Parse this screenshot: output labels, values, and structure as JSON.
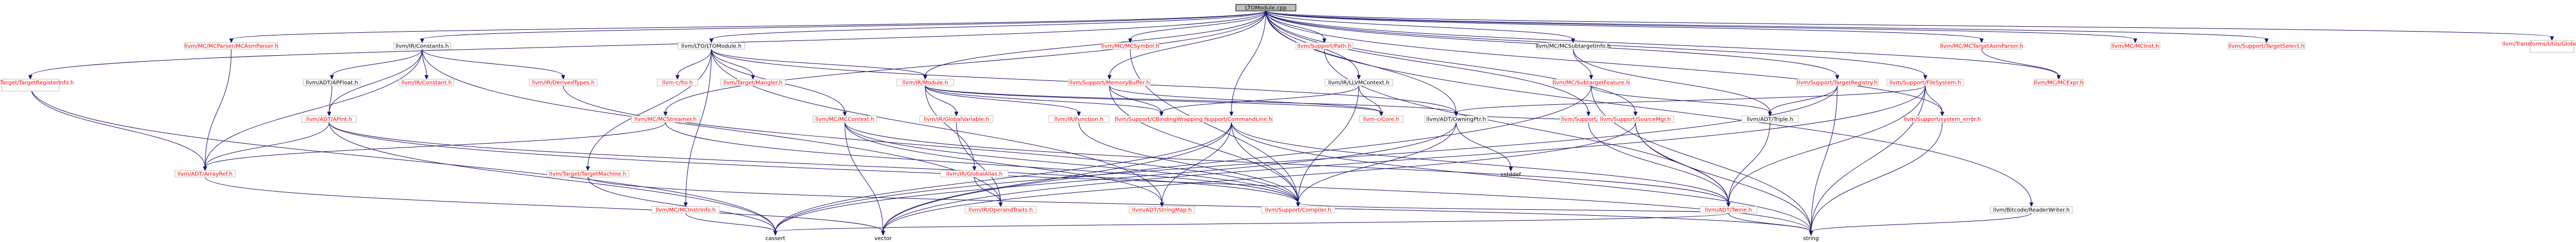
{
  "nodes": [
    {
      "id": "root",
      "label": "LTOModule.cpp",
      "color": "black",
      "root": true
    },
    {
      "id": "mcasmparser",
      "label": "llvm/MC/MCParser/MCAsmParser.h",
      "color": "red"
    },
    {
      "id": "irconstants",
      "label": "llvm/IR/Constants.h",
      "color": "black"
    },
    {
      "id": "ltomodule_h",
      "label": "llvm/LTO/LTOModule.h",
      "color": "black"
    },
    {
      "id": "mcsymbol",
      "label": "llvm/MC/MCSymbol.h",
      "color": "red"
    },
    {
      "id": "path",
      "label": "llvm/Support/Path.h",
      "color": "red"
    },
    {
      "id": "mcsubtargetinfo",
      "label": "llvm/MC/MCSubtargetInfo.h",
      "color": "black"
    },
    {
      "id": "mctargetasmparser",
      "label": "llvm/MC/MCTargetAsmParser.h",
      "color": "red"
    },
    {
      "id": "mcinst",
      "label": "llvm/MC/MCInst.h",
      "color": "red"
    },
    {
      "id": "targetselect",
      "label": "llvm/Support/TargetSelect.h",
      "color": "red"
    },
    {
      "id": "globalstatus",
      "label": "llvm/Transforms/Utils/GlobalStatus.h",
      "color": "red"
    },
    {
      "id": "targetregister",
      "label": "llvm/Target/TargetRegisterInfo.h",
      "color": "red"
    },
    {
      "id": "apfloat",
      "label": "llvm/ADT/APFloat.h",
      "color": "black"
    },
    {
      "id": "irconstant",
      "label": "llvm/IR/Constant.h",
      "color": "red"
    },
    {
      "id": "derivedtypes",
      "label": "llvm/IR/DerivedTypes.h",
      "color": "red"
    },
    {
      "id": "llvmcltoh",
      "label": "llvm-c/lto.h",
      "color": "red"
    },
    {
      "id": "mangler",
      "label": "llvm/Target/Mangler.h",
      "color": "red"
    },
    {
      "id": "irmodule",
      "label": "llvm/IR/Module.h",
      "color": "red"
    },
    {
      "id": "memorybuffer",
      "label": "llvm/Support/MemoryBuffer.h",
      "color": "red"
    },
    {
      "id": "llvmcontext",
      "label": "llvm/IR/LLVMContext.h",
      "color": "black"
    },
    {
      "id": "mcsubtargetfeature",
      "label": "llvm/MC/SubtargetFeature.h",
      "color": "red"
    },
    {
      "id": "targetregistry",
      "label": "llvm/Support/TargetRegistry.h",
      "color": "red"
    },
    {
      "id": "filesystem",
      "label": "llvm/Support/FileSystem.h",
      "color": "red"
    },
    {
      "id": "mcexpr",
      "label": "llvm/MC/MCExpr.h",
      "color": "red"
    },
    {
      "id": "apint",
      "label": "llvm/ADT/APInt.h",
      "color": "red"
    },
    {
      "id": "mcstreamer",
      "label": "llvm/MC/MCStreamer.h",
      "color": "red"
    },
    {
      "id": "mccontext",
      "label": "llvm/MC/MCContext.h",
      "color": "red"
    },
    {
      "id": "globalvariable",
      "label": "llvm/IR/GlobalVariable.h",
      "color": "red"
    },
    {
      "id": "irfunction",
      "label": "llvm/IR/Function.h",
      "color": "red"
    },
    {
      "id": "commandline",
      "label": "llvm/Support/CommandLine.h",
      "color": "red"
    },
    {
      "id": "cbindingwrapping",
      "label": "llvm/Support/CBindingWrapping.h",
      "color": "red"
    },
    {
      "id": "llvmccore",
      "label": "llvm-c/Core.h",
      "color": "red"
    },
    {
      "id": "owningptr",
      "label": "llvm/ADT/OwningPtr.h",
      "color": "black"
    },
    {
      "id": "host",
      "label": "llvm/Support/Host.h",
      "color": "red"
    },
    {
      "id": "sourcemgr",
      "label": "llvm/Support/SourceMgr.h",
      "color": "red"
    },
    {
      "id": "triple",
      "label": "llvm/ADT/Triple.h",
      "color": "black"
    },
    {
      "id": "systemerror",
      "label": "llvm/Support/system_error.h",
      "color": "red"
    },
    {
      "id": "readerwriter",
      "label": "llvm/Bitcode/ReaderWriter.h",
      "color": "black"
    },
    {
      "id": "arrayref",
      "label": "llvm/ADT/ArrayRef.h",
      "color": "red"
    },
    {
      "id": "targetmachine",
      "label": "llvm/Target/TargetMachine.h",
      "color": "red"
    },
    {
      "id": "mcinstinfo",
      "label": "llvm/MC/MCInstrInfo.h",
      "color": "red"
    },
    {
      "id": "globalalias",
      "label": "llvm/IR/GlobalAlias.h",
      "color": "red"
    },
    {
      "id": "operandtraits",
      "label": "llvm/IR/OperandTraits.h",
      "color": "red"
    },
    {
      "id": "stringmap",
      "label": "llvm/ADT/StringMap.h",
      "color": "red"
    },
    {
      "id": "compiler",
      "label": "llvm/Support/Compiler.h",
      "color": "red"
    },
    {
      "id": "cstddef",
      "label": "cstddef",
      "color": "black",
      "bare": true
    },
    {
      "id": "twine",
      "label": "llvm/ADT/Twine.h",
      "color": "red"
    },
    {
      "id": "cassert",
      "label": "cassert",
      "color": "black",
      "bare": true
    },
    {
      "id": "vector",
      "label": "vector",
      "color": "black",
      "bare": true
    },
    {
      "id": "string",
      "label": "string",
      "color": "black",
      "bare": true
    }
  ],
  "edges": [
    [
      "root",
      "mcasmparser"
    ],
    [
      "root",
      "irconstants"
    ],
    [
      "root",
      "ltomodule_h"
    ],
    [
      "root",
      "mcsymbol"
    ],
    [
      "root",
      "path"
    ],
    [
      "root",
      "mcsubtargetinfo"
    ],
    [
      "root",
      "mctargetasmparser"
    ],
    [
      "root",
      "mcinst"
    ],
    [
      "root",
      "targetselect"
    ],
    [
      "root",
      "globalstatus"
    ],
    [
      "root",
      "targetregister"
    ],
    [
      "root",
      "irmodule"
    ],
    [
      "root",
      "memorybuffer"
    ],
    [
      "root",
      "llvmcontext"
    ],
    [
      "root",
      "targetregistry"
    ],
    [
      "root",
      "filesystem"
    ],
    [
      "root",
      "mcexpr"
    ],
    [
      "root",
      "commandline"
    ],
    [
      "root",
      "owningptr"
    ],
    [
      "root",
      "host"
    ],
    [
      "root",
      "sourcemgr"
    ],
    [
      "root",
      "systemerror"
    ],
    [
      "root",
      "readerwriter"
    ],
    [
      "root",
      "mcstreamer"
    ],
    [
      "irconstants",
      "apfloat"
    ],
    [
      "irconstants",
      "irconstant"
    ],
    [
      "irconstants",
      "derivedtypes"
    ],
    [
      "irconstants",
      "apint"
    ],
    [
      "irconstants",
      "arrayref"
    ],
    [
      "irconstants",
      "operandtraits"
    ],
    [
      "ltomodule_h",
      "llvmcltoh"
    ],
    [
      "ltomodule_h",
      "mangler"
    ],
    [
      "ltomodule_h",
      "irmodule"
    ],
    [
      "ltomodule_h",
      "owningptr"
    ],
    [
      "ltomodule_h",
      "mccontext"
    ],
    [
      "ltomodule_h",
      "stringmap"
    ],
    [
      "ltomodule_h",
      "targetmachine"
    ],
    [
      "ltomodule_h",
      "mcinstinfo"
    ],
    [
      "mcasmparser",
      "arrayref"
    ],
    [
      "targetregister",
      "arrayref"
    ],
    [
      "targetregister",
      "cassert"
    ],
    [
      "apfloat",
      "apint"
    ],
    [
      "apint",
      "arrayref"
    ],
    [
      "apint",
      "compiler"
    ],
    [
      "apint",
      "cassert"
    ],
    [
      "apint",
      "string"
    ],
    [
      "irmodule",
      "globalvariable"
    ],
    [
      "irmodule",
      "globalalias"
    ],
    [
      "irmodule",
      "irfunction"
    ],
    [
      "irmodule",
      "cbindingwrapping"
    ],
    [
      "irmodule",
      "llvmccore"
    ],
    [
      "irmodule",
      "owningptr"
    ],
    [
      "irfunction",
      "compiler"
    ],
    [
      "memorybuffer",
      "cbindingwrapping"
    ],
    [
      "memorybuffer",
      "llvmccore"
    ],
    [
      "memorybuffer",
      "compiler"
    ],
    [
      "llvmcontext",
      "cbindingwrapping"
    ],
    [
      "llvmcontext",
      "llvmccore"
    ],
    [
      "llvmcontext",
      "compiler"
    ],
    [
      "mcsubtargetinfo",
      "mcsubtargetfeature"
    ],
    [
      "mcsubtargetinfo",
      "triple"
    ],
    [
      "mcsubtargetfeature",
      "triple"
    ],
    [
      "mcsubtargetfeature",
      "vector"
    ],
    [
      "mcsubtargetfeature",
      "string"
    ],
    [
      "targetregistry",
      "triple"
    ],
    [
      "targetregistry",
      "string"
    ],
    [
      "targetregistry",
      "cassert"
    ],
    [
      "filesystem",
      "owningptr"
    ],
    [
      "filesystem",
      "systemerror"
    ],
    [
      "filesystem",
      "twine"
    ],
    [
      "filesystem",
      "string"
    ],
    [
      "filesystem",
      "vector"
    ],
    [
      "systemerror",
      "string"
    ],
    [
      "mcsymbol",
      "compiler"
    ],
    [
      "path",
      "twine"
    ],
    [
      "mctargetasmparser",
      "mcexpr"
    ],
    [
      "commandline",
      "twine"
    ],
    [
      "commandline",
      "stringmap"
    ],
    [
      "commandline",
      "compiler"
    ],
    [
      "commandline",
      "cassert"
    ],
    [
      "commandline",
      "vector"
    ],
    [
      "commandline",
      "string"
    ],
    [
      "owningptr",
      "compiler"
    ],
    [
      "owningptr",
      "cassert"
    ],
    [
      "owningptr",
      "cstddef"
    ],
    [
      "host",
      "twine"
    ],
    [
      "sourcemgr",
      "owningptr"
    ],
    [
      "sourcemgr",
      "twine"
    ],
    [
      "sourcemgr",
      "string"
    ],
    [
      "sourcemgr",
      "vector"
    ],
    [
      "triple",
      "twine"
    ],
    [
      "twine",
      "compiler"
    ],
    [
      "twine",
      "cassert"
    ],
    [
      "twine",
      "string"
    ],
    [
      "readerwriter",
      "string"
    ],
    [
      "mcstreamer",
      "arrayref"
    ],
    [
      "mcstreamer",
      "compiler"
    ],
    [
      "mccontext",
      "compiler"
    ],
    [
      "mccontext",
      "stringmap"
    ],
    [
      "mccontext",
      "vector"
    ],
    [
      "mccontext",
      "twine"
    ],
    [
      "globalvariable",
      "operandtraits"
    ],
    [
      "globalalias",
      "operandtraits"
    ],
    [
      "targetmachine",
      "string"
    ],
    [
      "targetmachine",
      "cassert"
    ],
    [
      "mcinstinfo",
      "cassert"
    ],
    [
      "arrayref",
      "vector"
    ],
    [
      "derivedtypes",
      "compiler"
    ]
  ]
}
